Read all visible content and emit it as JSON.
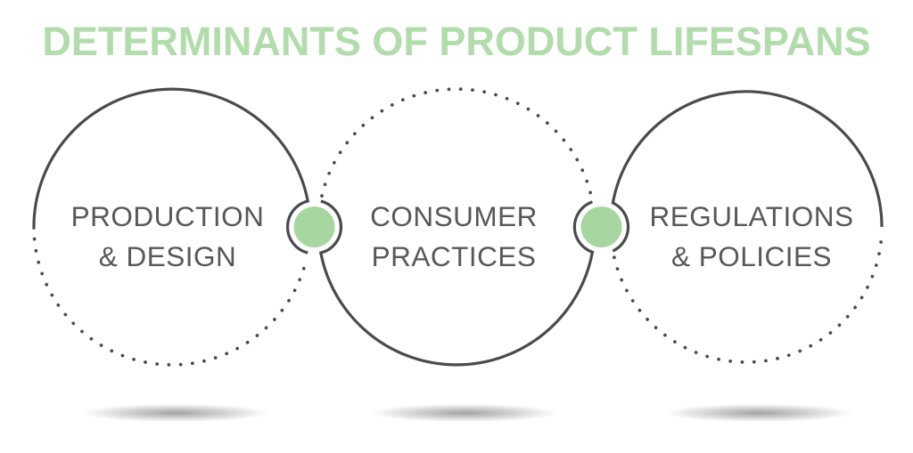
{
  "title": "DETERMINANTS OF PRODUCT LIFESPANS",
  "colors": {
    "background": "#ffffff",
    "title_green": "#b2dcac",
    "dot_green": "#a7d6a0",
    "line_gray": "#4a4b4d",
    "label_gray": "#57585a"
  },
  "circles": [
    {
      "name": "production-design",
      "label_line1": "PRODUCTION",
      "label_line2": "& DESIGN"
    },
    {
      "name": "consumer-practices",
      "label_line1": "CONSUMER",
      "label_line2": "PRACTICES"
    },
    {
      "name": "regulations-policies",
      "label_line1": "REGULATIONS",
      "label_line2": "& POLICIES"
    }
  ]
}
